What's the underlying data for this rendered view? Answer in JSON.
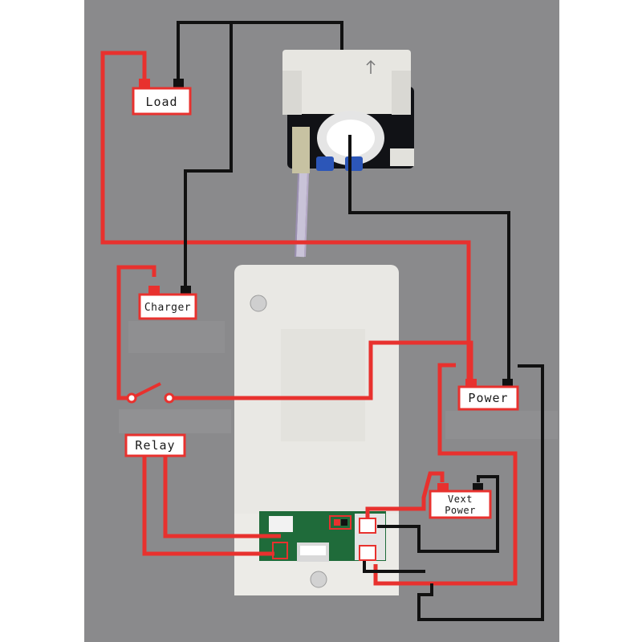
{
  "labels": {
    "load": "Load",
    "charger": "Charger",
    "power": "Power",
    "relay": "Relay",
    "vext_line1": "Vext",
    "vext_line2": "Power"
  },
  "colors": {
    "background": "#ffffff",
    "photo_background": "#8a8a8c",
    "wire_positive": "#e8312e",
    "wire_negative": "#111111",
    "module_case": "#e9e8e4",
    "pcb": "#1f6b3a"
  }
}
